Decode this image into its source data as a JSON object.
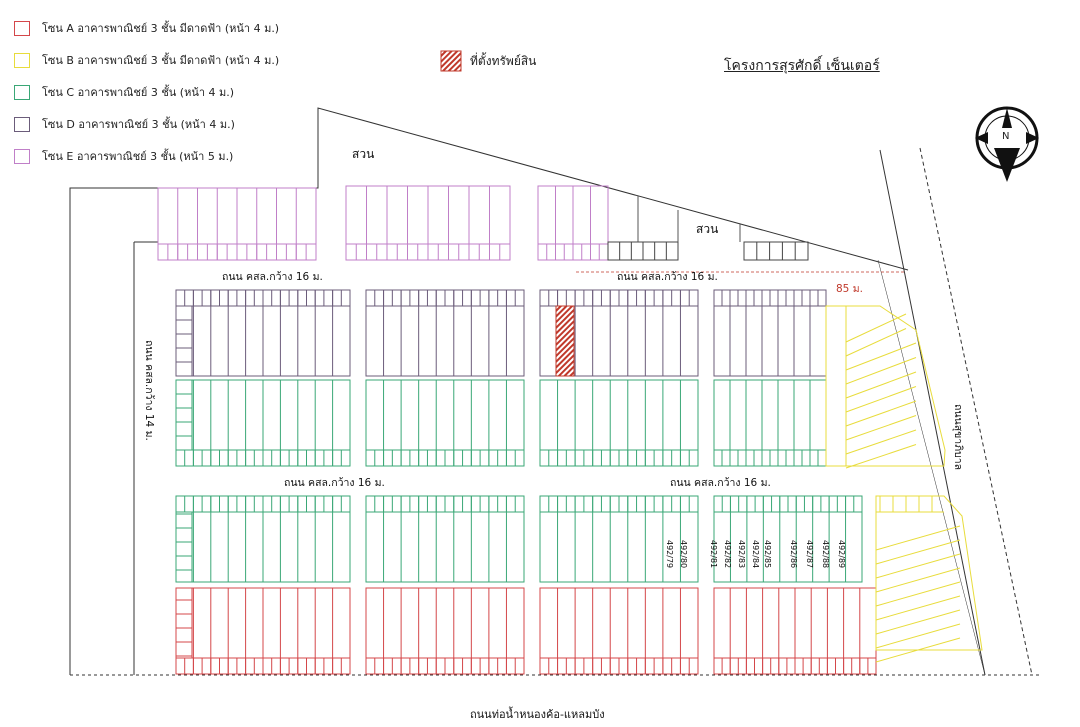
{
  "colors": {
    "zone_a": "#d4474a",
    "zone_b": "#e8dc3c",
    "zone_c": "#3aa776",
    "zone_d": "#6b5c7a",
    "zone_e": "#c07fc8",
    "asset": "#c0392b",
    "line": "#333333"
  },
  "legend": [
    {
      "zone": "a",
      "label": "โซน A อาคารพาณิชย์ 3 ชั้น มีดาดฟ้า (หน้า 4 ม.)"
    },
    {
      "zone": "b",
      "label": "โซน B อาคารพาณิชย์ 3 ชั้น มีดาดฟ้า (หน้า 4 ม.)"
    },
    {
      "zone": "c",
      "label": "โซน C อาคารพาณิชย์ 3 ชั้น (หน้า 4 ม.)"
    },
    {
      "zone": "d",
      "label": "โซน D อาคารพาณิชย์ 3 ชั้น (หน้า 4 ม.)"
    },
    {
      "zone": "e",
      "label": "โซน E อาคารพาณิชย์ 3 ชั้น (หน้า 5 ม.)"
    }
  ],
  "asset_legend": "ที่ตั้งทรัพย์สิน",
  "project_title": "โครงการสุรศักดิ์ เซ็นเตอร์",
  "compass_letter": "N",
  "labels": {
    "garden_1": "สวน",
    "garden_2": "สวน",
    "road_top_left": "ถนน คสล.กว้าง 16 ม.",
    "road_top_right": "ถนน คสล.กว้าง 16 ม.",
    "distance": "85 ม.",
    "road_mid_left": "ถนน คสล.กว้าง 16 ม.",
    "road_mid_right": "ถนน คสล.กว้าง 16 ม.",
    "road_left_vertical": "ถนน คสล.กว้าง 14 ม.",
    "road_right_vertical": "ถนนสุขาภิบาล",
    "road_bottom": "ถนนท่อน้ำหนองค้อ-แหลมบัง"
  },
  "unit_numbers": [
    "492/79",
    "492/80",
    "492/81",
    "492/82",
    "492/83",
    "492/84",
    "492/85",
    "492/86",
    "492/87",
    "492/88",
    "492/89"
  ]
}
